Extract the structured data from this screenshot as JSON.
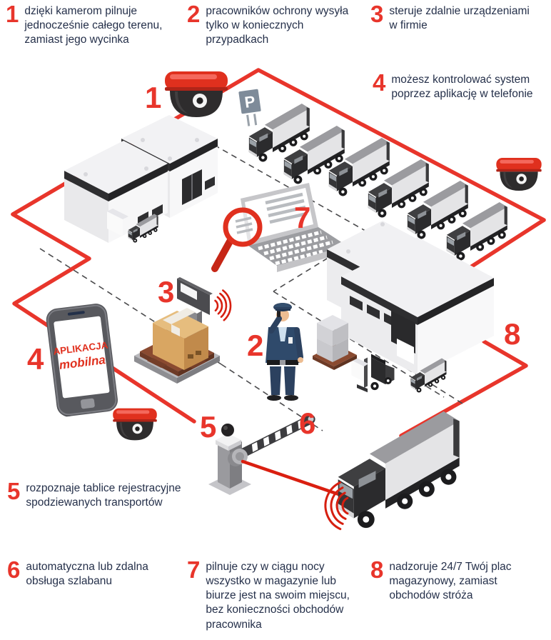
{
  "colors": {
    "accent": "#e8352b",
    "text": "#25304a"
  },
  "callouts": {
    "c1": {
      "num": "1",
      "text": "dzięki kamerom pilnuje jednocześnie całego terenu, zamiast jego wycinka"
    },
    "c2": {
      "num": "2",
      "text": "pracowników ochrony wysyła tylko w koniecznych przypadkach"
    },
    "c3": {
      "num": "3",
      "text": "steruje zdalnie urządzeniami w firmie"
    },
    "c4": {
      "num": "4",
      "text": "możesz kontrolować system poprzez aplikację w telefonie"
    },
    "c5": {
      "num": "5",
      "text": "rozpoznaje tablice rejestracyjne spodziewanych transportów"
    },
    "c6": {
      "num": "6",
      "text": "automatyczna lub zdalna obsługa szlabanu"
    },
    "c7": {
      "num": "7",
      "text": "pilnuje czy w ciągu nocy wszystko w magazynie lub biurze jest na swoim miejscu, bez konieczności obchodów pracownika"
    },
    "c8": {
      "num": "8",
      "text": "nadzoruje 24/7 Twój plac magazynowy, zamiast obchodów stróża"
    }
  },
  "scene": {
    "markers": {
      "m1": "1",
      "m2": "2",
      "m3": "3",
      "m4": "4",
      "m5": "5",
      "m6": "6",
      "m7": "7",
      "m8": "8"
    },
    "phone_app": {
      "line1": "APLIKACJA",
      "line2": "mobilna"
    },
    "parking_sign": "P"
  }
}
